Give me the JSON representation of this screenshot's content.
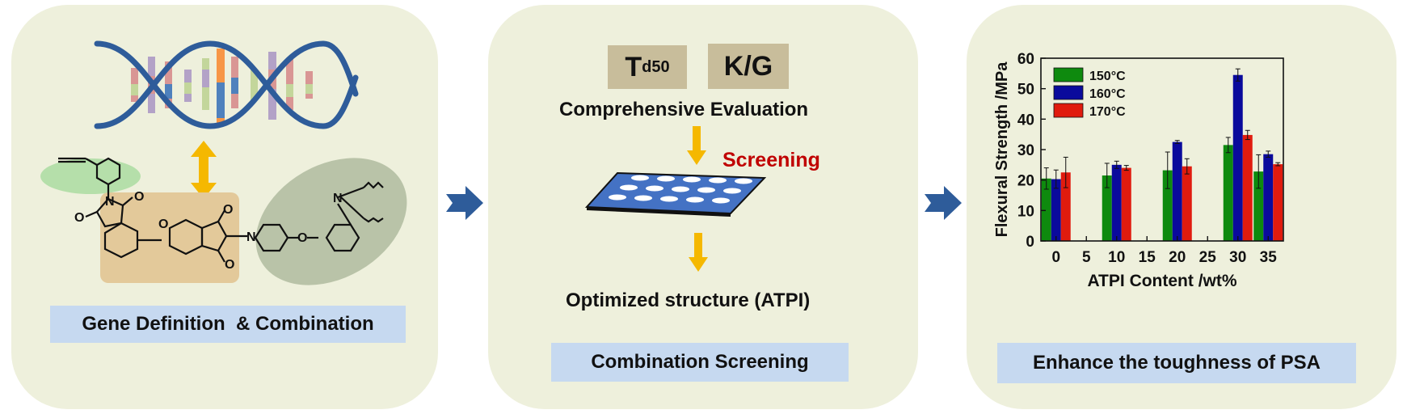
{
  "panels": [
    {
      "caption": "Gene Definition  & Combination"
    },
    {
      "caption": "Combination Screening",
      "tags": [
        {
          "main": "T",
          "sub": "d50"
        },
        {
          "main": "K/G"
        }
      ],
      "evaluation": "Comprehensive Evaluation",
      "screening": "Screening",
      "result": "Optimized structure (ATPI)"
    },
    {
      "caption": "Enhance the toughness of PSA"
    }
  ],
  "colors": {
    "panel_bg": "#eef0dc",
    "caption_bg": "#c6d9f0",
    "arrow_orange": "#f5b800",
    "arrow_blue": "#2e5c9a",
    "plate": "#4472c4",
    "screening_red": "#c00000"
  },
  "chart_data": {
    "type": "bar",
    "xlabel": "ATPI Content /wt%",
    "ylabel": "Flexural Strength /MPa",
    "ylim": [
      0,
      60
    ],
    "xlim": [
      -2.5,
      37.5
    ],
    "xticks": [
      0,
      5,
      10,
      15,
      20,
      25,
      30,
      35
    ],
    "yticks": [
      0,
      10,
      20,
      30,
      40,
      50,
      60
    ],
    "categories": [
      0,
      10,
      20,
      30,
      35
    ],
    "legend_position": "top-left",
    "series": [
      {
        "name": "150°C",
        "color": "#0e8a0e",
        "values": [
          20.5,
          21.5,
          23.2,
          31.5,
          22.8
        ],
        "errors": [
          3.5,
          4.0,
          6.0,
          2.5,
          5.5
        ]
      },
      {
        "name": "160°C",
        "color": "#0a0a9c",
        "values": [
          20.3,
          25.0,
          32.5,
          54.5,
          28.5
        ],
        "errors": [
          3.0,
          1.2,
          0.5,
          2.0,
          1.0
        ]
      },
      {
        "name": "170°C",
        "color": "#e01b0e",
        "values": [
          22.5,
          24.0,
          24.5,
          34.8,
          25.2
        ],
        "errors": [
          5.0,
          0.8,
          2.5,
          1.5,
          0.5
        ]
      }
    ]
  }
}
